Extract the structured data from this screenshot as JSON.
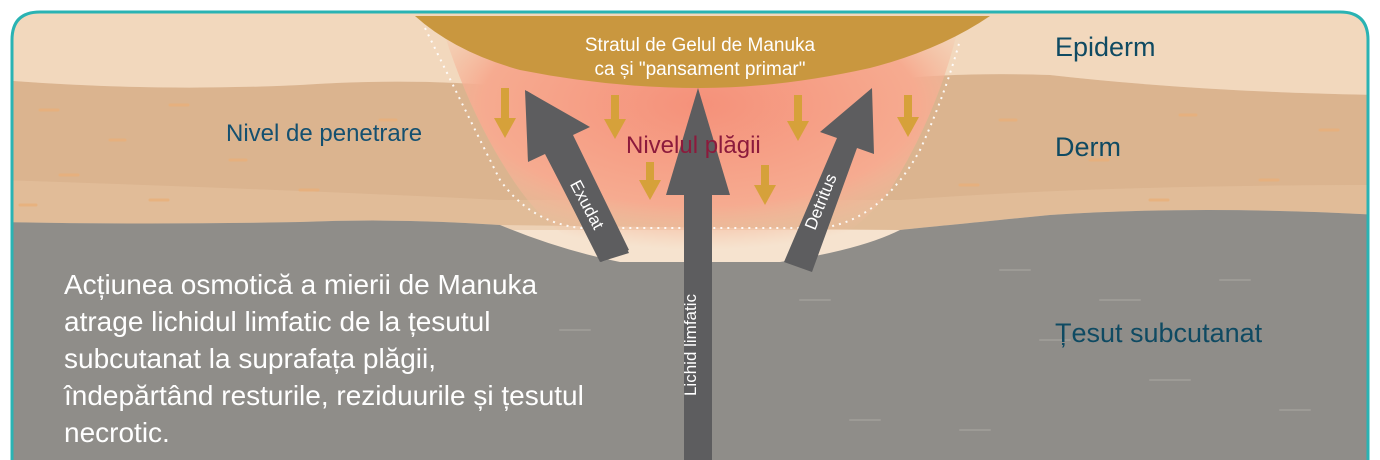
{
  "labels": {
    "gel_line1": "Stratul de Gelul de Manuka",
    "gel_line2": "ca și \"pansament primar\"",
    "epidermis": "Epiderm",
    "dermis": "Derm",
    "subcutaneous": "Țesut subcutanat",
    "penetration_level": "Nivel de penetrare",
    "wound_level": "Nivelul plăgii",
    "exudate": "Exudat",
    "debris": "Detritus",
    "lymph": "Lichid limfatic"
  },
  "description": "Acțiunea osmotică a mierii de Manuka atrage lichidul limfatic de la țesutul subcutanat la suprafața plăgii, îndepărtând resturile, reziduurile și țesutul necrotic.",
  "colors": {
    "border": "#2ab3b3",
    "epidermis": "#f2d8bd",
    "dermis": "#dbb48f",
    "subcutaneous": "#8f8d89",
    "wound": "#f49a82",
    "gel": "#c9973f",
    "gel_arrow": "#d6a13a",
    "gray_arrow": "#5d5d5f"
  }
}
